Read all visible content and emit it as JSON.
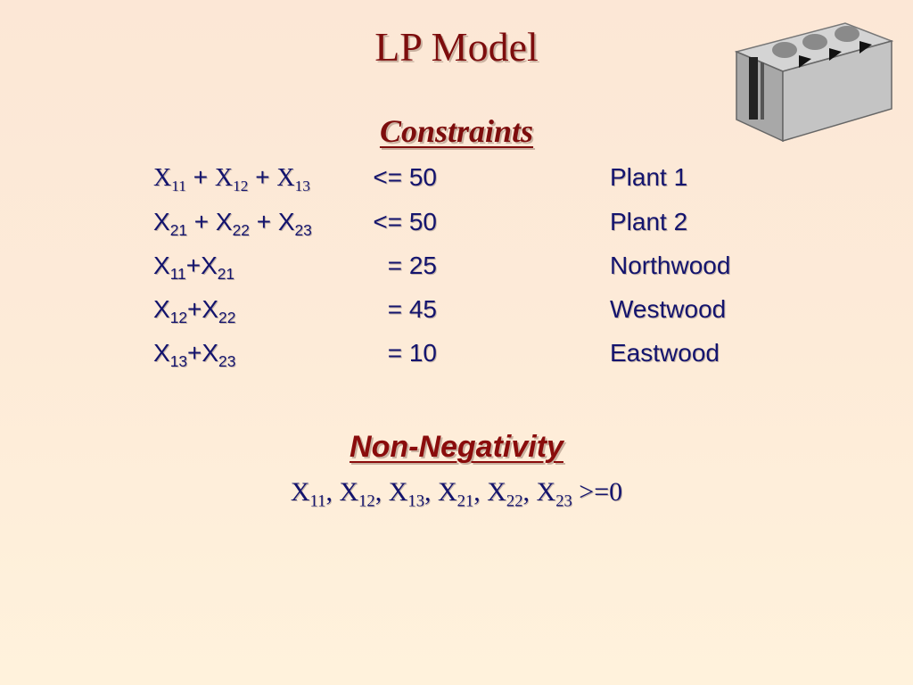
{
  "title": "LP Model",
  "constraints_heading": "Constraints",
  "constraints": [
    {
      "terms": [
        {
          "v": "X",
          "s": "11"
        },
        {
          "v": "X",
          "s": "12"
        },
        {
          "v": "X",
          "s": "13"
        }
      ],
      "op": "<=",
      "rhs": "50",
      "label": "Plant 1"
    },
    {
      "terms": [
        {
          "v": "X",
          "s": "21"
        },
        {
          "v": "X",
          "s": "22"
        },
        {
          "v": "X",
          "s": "23"
        }
      ],
      "op": "<=",
      "rhs": "50",
      "label": "Plant 2"
    },
    {
      "terms": [
        {
          "v": "X",
          "s": "11"
        },
        {
          "v": "X",
          "s": "21"
        }
      ],
      "op": "=",
      "rhs": "25",
      "label": "Northwood"
    },
    {
      "terms": [
        {
          "v": "X",
          "s": "12"
        },
        {
          "v": "X",
          "s": "22"
        }
      ],
      "op": "=",
      "rhs": "45",
      "label": "Westwood"
    },
    {
      "terms": [
        {
          "v": "X",
          "s": "13"
        },
        {
          "v": "X",
          "s": "23"
        }
      ],
      "op": "=",
      "rhs": "10",
      "label": "Eastwood"
    }
  ],
  "nonnegativity_heading": "Non-Negativity",
  "nonnegativity": {
    "vars": [
      {
        "v": "X",
        "s": "11"
      },
      {
        "v": "X",
        "s": "12"
      },
      {
        "v": "X",
        "s": "13"
      },
      {
        "v": "X",
        "s": "21"
      },
      {
        "v": "X",
        "s": "22"
      },
      {
        "v": "X",
        "s": "23"
      }
    ],
    "op": ">=",
    "rhs": "0"
  },
  "image": "concrete-block-icon",
  "colors": {
    "heading": "#7d0d0d",
    "text": "#14146e"
  }
}
